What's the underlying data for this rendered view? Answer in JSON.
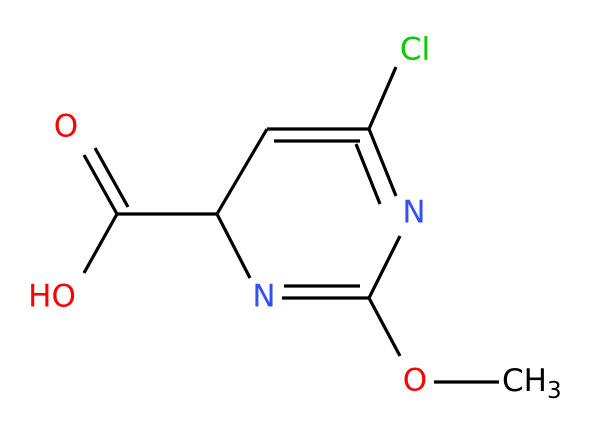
{
  "atoms": {
    "chlorine": {
      "label": "Cl",
      "color": "#00cc00"
    },
    "ring_nitrogen_upper": {
      "label": "N",
      "color": "#3050f8"
    },
    "ring_nitrogen_lower": {
      "label": "N",
      "color": "#3050f8"
    },
    "carbonyl_oxygen": {
      "label": "O",
      "color": "#ff0000"
    },
    "hydroxyl": {
      "label": "HO",
      "color": "#ff0000"
    },
    "ether_oxygen": {
      "label": "O",
      "color": "#ff0000"
    },
    "methyl": {
      "label": "CH",
      "subscript": "3",
      "color": "#000000"
    }
  },
  "bond_color": "#000000",
  "background": "#ffffff"
}
